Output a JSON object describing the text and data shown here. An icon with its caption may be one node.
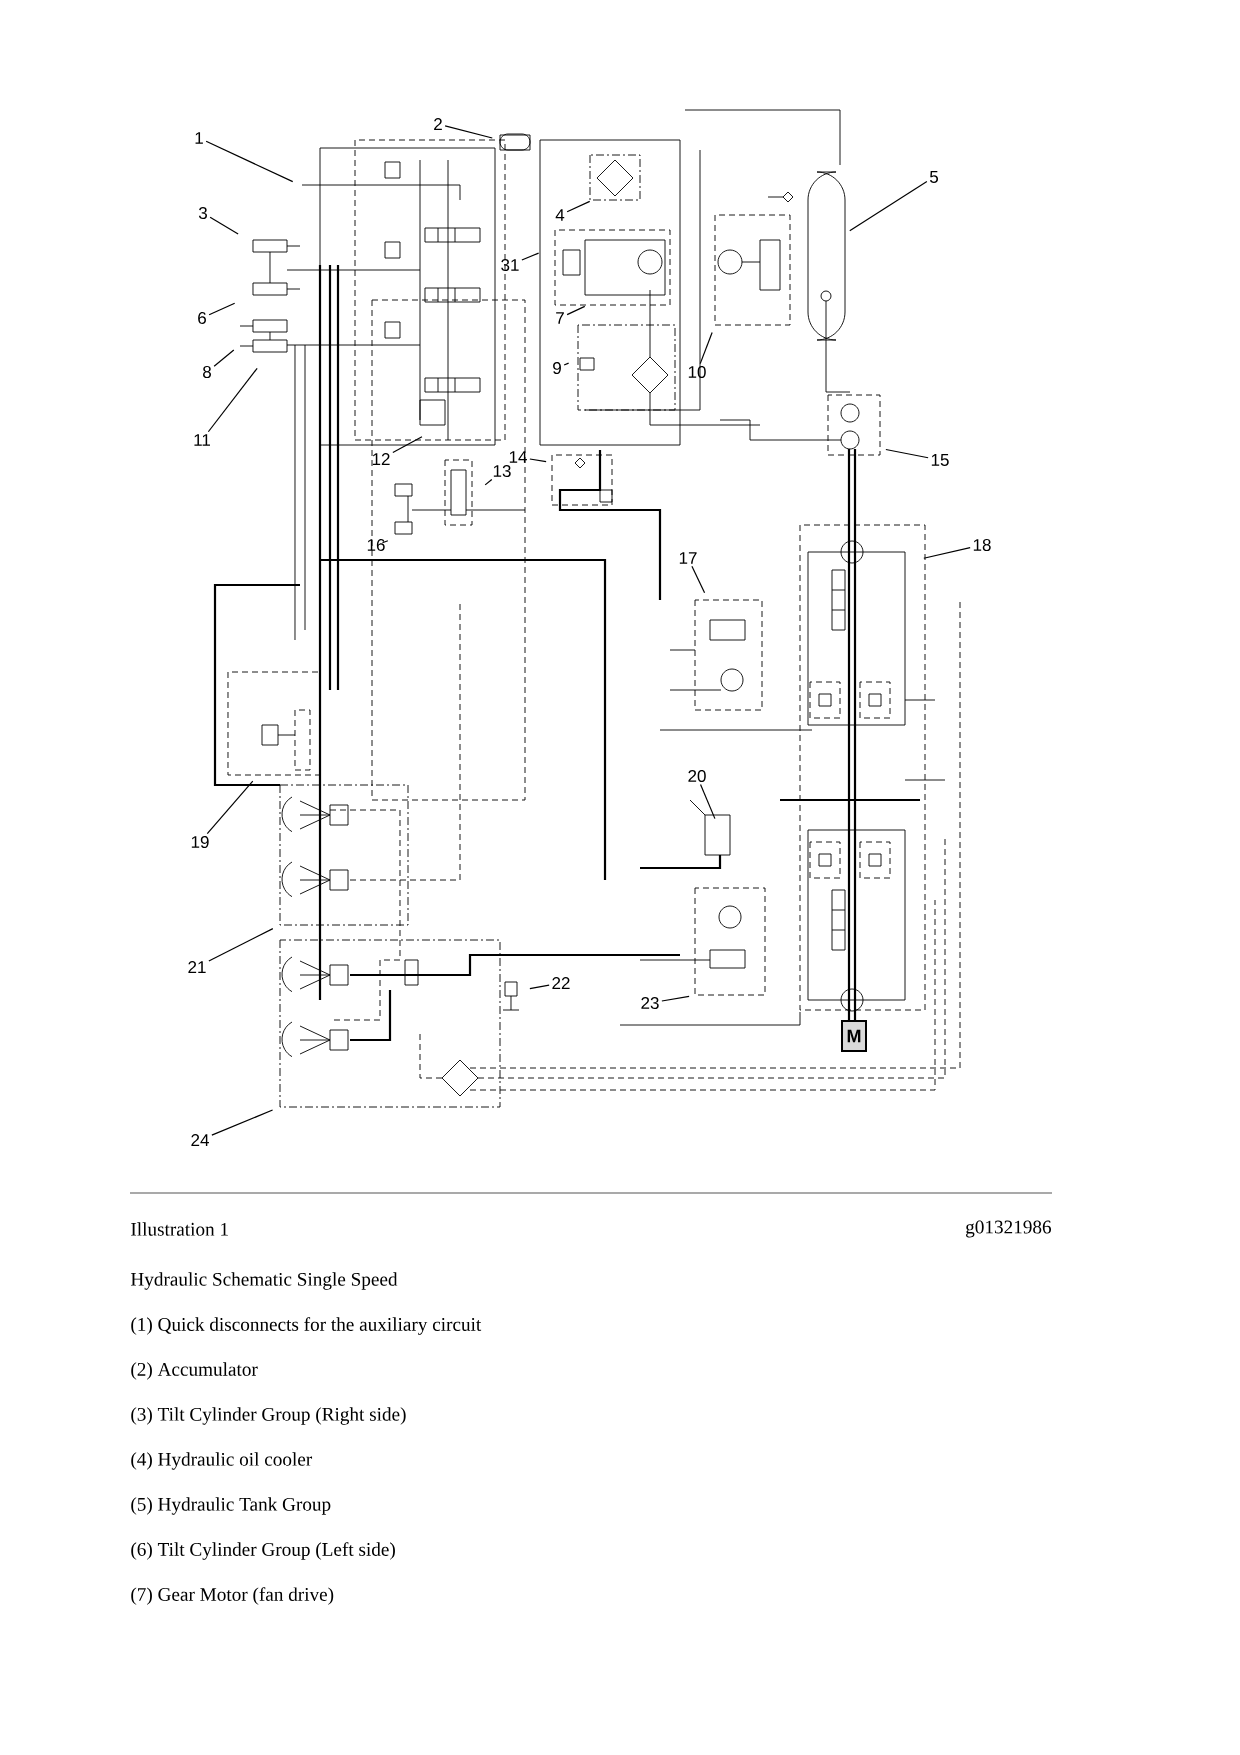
{
  "diagram": {
    "caption": "Hydraulic Schematic Single Speed",
    "nodes": [
      {
        "text": [
          "1"
        ]
      },
      {
        "text": [
          "2"
        ]
      },
      {
        "text": [
          "3"
        ]
      },
      {
        "text": [
          "6"
        ]
      },
      {
        "text": [
          "8"
        ]
      },
      {
        "text": [
          "11"
        ]
      },
      {
        "text": [
          "4"
        ]
      },
      {
        "text": [
          "31"
        ]
      },
      {
        "text": [
          "7"
        ]
      },
      {
        "text": [
          "9"
        ]
      },
      {
        "text": [
          "10"
        ]
      },
      {
        "text": [
          "5"
        ]
      },
      {
        "text": [
          "12"
        ]
      },
      {
        "text": [
          "14"
        ]
      },
      {
        "text": [
          "13"
        ]
      },
      {
        "text": [
          "15"
        ]
      },
      {
        "text": [
          "16"
        ]
      },
      {
        "text": [
          "17"
        ]
      },
      {
        "text": [
          "18"
        ]
      },
      {
        "text": [
          "19"
        ]
      },
      {
        "text": [
          "20"
        ]
      },
      {
        "text": [
          "21"
        ]
      },
      {
        "text": [
          "22"
        ]
      },
      {
        "text": [
          "23"
        ]
      },
      {
        "text": [
          "24"
        ]
      }
    ],
    "edges": [
      {
        "from": 0,
        "to": null,
        "arrow": "none"
      },
      {
        "from": 1,
        "to": null,
        "arrow": "none"
      },
      {
        "from": 2,
        "to": null,
        "arrow": "none"
      },
      {
        "from": 3,
        "to": null,
        "arrow": "none"
      },
      {
        "from": 4,
        "to": null,
        "arrow": "none"
      },
      {
        "from": 5,
        "to": null,
        "arrow": "none"
      },
      {
        "from": 6,
        "to": null,
        "arrow": "none"
      },
      {
        "from": 7,
        "to": null,
        "arrow": "none"
      },
      {
        "from": 8,
        "to": null,
        "arrow": "none"
      },
      {
        "from": 9,
        "to": null,
        "arrow": "none"
      },
      {
        "from": 10,
        "to": null,
        "arrow": "none"
      },
      {
        "from": 11,
        "to": null,
        "arrow": "none"
      },
      {
        "from": 12,
        "to": null,
        "arrow": "none"
      },
      {
        "from": 13,
        "to": null,
        "arrow": "none"
      },
      {
        "from": 14,
        "to": null,
        "arrow": "none"
      },
      {
        "from": 15,
        "to": null,
        "arrow": "none"
      },
      {
        "from": 16,
        "to": null,
        "arrow": "none"
      },
      {
        "from": 17,
        "to": null,
        "arrow": "none"
      },
      {
        "from": 18,
        "to": null,
        "arrow": "none"
      },
      {
        "from": 19,
        "to": null,
        "arrow": "none"
      },
      {
        "from": 20,
        "to": null,
        "arrow": "none"
      },
      {
        "from": 21,
        "to": null,
        "arrow": "none"
      },
      {
        "from": 22,
        "to": null,
        "arrow": "none"
      },
      {
        "from": 23,
        "to": null,
        "arrow": "none"
      },
      {
        "from": 24,
        "to": null,
        "arrow": "none"
      }
    ],
    "labels": [
      "M",
      "Illustration 1",
      "g01321986",
      "(1) Quick disconnects for the auxiliary circuit",
      "(2) Accumulator",
      "(3) Tilt Cylinder Group (Right side)",
      "(4) Hydraulic oil cooler",
      "(5) Hydraulic Tank Group",
      "(6) Tilt Cylinder Group (Left side)",
      "(7) Gear Motor (fan drive)"
    ]
  }
}
